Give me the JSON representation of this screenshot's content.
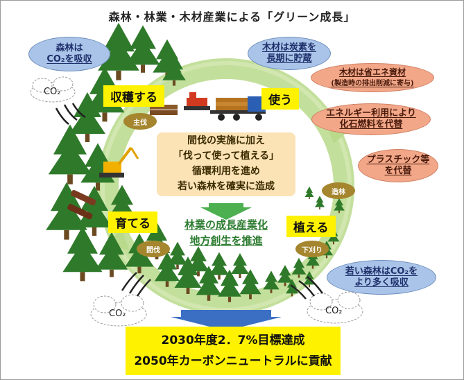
{
  "title": "森林・林業・木材産業による「グリーン成長」",
  "forest_absorb": {
    "line1": "森林は",
    "line2": "CO₂を吸収"
  },
  "right_notes": {
    "storage": {
      "line1": "木材は炭素を",
      "line2": "長期に貯蔵"
    },
    "energy_saving": {
      "line1": "木材は省エネ資材",
      "line2": "(製造時の排出削減に寄与)"
    },
    "fossil": {
      "line1": "エネルギー利用により",
      "line2": "化石燃料を代替"
    },
    "plastic": {
      "line1": "プラスチック等",
      "line2": "を代替"
    }
  },
  "young_forest": {
    "line1": "若い森林はCO₂を",
    "line2": "より多く吸収"
  },
  "stages": {
    "harvest": "収穫する",
    "use": "使う",
    "grow": "育てる",
    "plant": "植える"
  },
  "badges": {
    "final_cut": "主伐",
    "afforest": "造林",
    "thinning": "間伐",
    "weeding": "下刈り"
  },
  "co2_label": "CO₂",
  "center": {
    "line1": "間伐の実施に加え",
    "line2": "「伐って使って植える」",
    "line3": "循環利用を進め",
    "line4": "若い森林を確実に造成"
  },
  "growth": {
    "line1": "林業の成長産業化",
    "line2": "地方創生を推進"
  },
  "goal": {
    "line1": "2030年度2．7%目標達成",
    "line2": "2050年カーボンニュートラルに貢献"
  },
  "colors": {
    "yellow": "#fff200",
    "blue_oval": "#a9c4e8",
    "orange_oval": "#f2a788",
    "tree": "#2f7a2a",
    "ring": "#b9d98b",
    "badge": "#a5862e",
    "arrow": "#3b6fc4"
  }
}
